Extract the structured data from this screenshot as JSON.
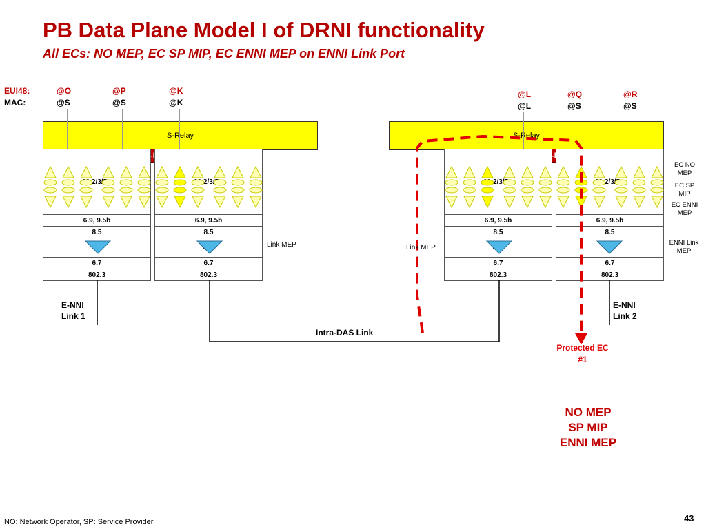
{
  "header": {
    "title": "PB Data Plane Model I of DRNI functionality",
    "subtitle": "All ECs: NO MEP, EC SP MIP, EC ENNI MEP on ENNI Link Port"
  },
  "address_labels": {
    "eui48": "EUI48:",
    "mac": "MAC:"
  },
  "left_system": {
    "eui48": [
      "@O",
      "@P",
      "@K"
    ],
    "mac": [
      "@S",
      "@S",
      "@K"
    ],
    "relay_label": "S-Relay",
    "half_das_label": "Half-DAS",
    "bridge_ports": [
      {
        "stack_label": "19.2/3/5",
        "row1": "6.9, 9.5b",
        "row2": "8.5",
        "mep_label": "19.1",
        "row4": "6.7",
        "row5": "802.3"
      },
      {
        "stack_label": "19.2/3/5",
        "row1": "6.9, 9.5b",
        "row2": "8.5",
        "mep_label": "19.1",
        "row4": "6.7",
        "row5": "802.3"
      }
    ],
    "link_mep_label": "Link MEP",
    "enni_label": "E-NNI\nLink 1"
  },
  "right_system": {
    "eui48": [
      "@L",
      "@Q",
      "@R"
    ],
    "mac": [
      "@L",
      "@S",
      "@S"
    ],
    "relay_label": "S-Relay",
    "half_das_label": "Half-DAS",
    "bridge_ports": [
      {
        "stack_label": "19.2/3/5",
        "row1": "6.9, 9.5b",
        "row2": "8.5",
        "mep_label": "19.1",
        "row4": "6.7",
        "row5": "802.3"
      },
      {
        "stack_label": "19.2/3/5",
        "row1": "6.9, 9.5b",
        "row2": "8.5",
        "mep_label": "19.2",
        "row4": "6.7",
        "row5": "802.3"
      }
    ],
    "link_mep_label": "Link MEP",
    "enni_label": "E-NNI\nLink 2"
  },
  "legend": {
    "ec_no_mep": "EC NO\nMEP",
    "ec_sp_mip": "EC SP\nMIP",
    "ec_enni_mep": "EC ENNI\nMEP",
    "enni_link_mep": "ENNI Link\nMEP"
  },
  "intra_das_label": "Intra-DAS Link",
  "protected_ec_label": "Protected EC\n#1",
  "summary": "NO MEP\nSP MIP\nENNI MEP",
  "footnote": "NO: Network Operator, SP: Service Provider",
  "page_number": "43",
  "colors": {
    "title": "#b50000",
    "relay": "#ffff00",
    "half_das": "#c00000",
    "mep": "#4db8e8",
    "dashed_path": "#e00000"
  }
}
